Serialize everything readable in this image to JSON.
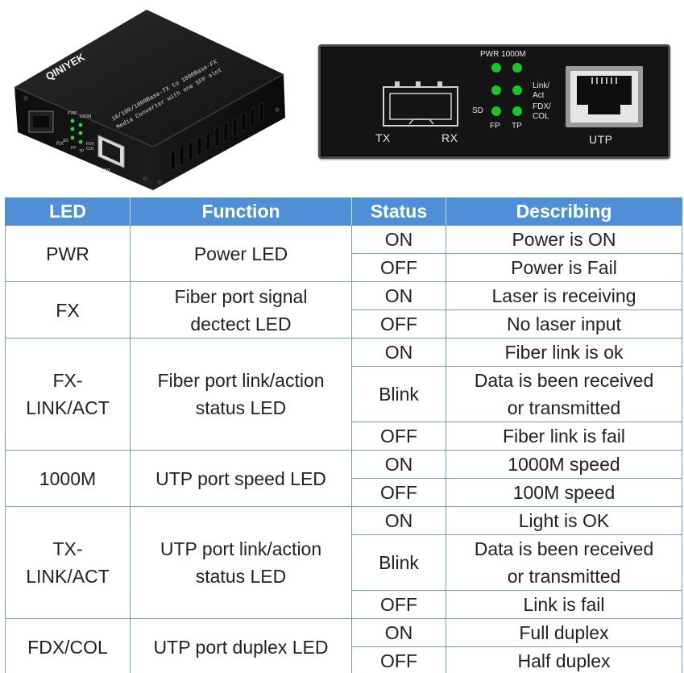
{
  "photo": {
    "brand": "QINIYEK",
    "model_line1": "10/100/1000Base-TX to 1000Base-FX",
    "model_line2": "Media Converter with one SFP slot",
    "led_pwr": "PWR",
    "led_1000m": "1000M",
    "led_fdx": "FDX",
    "led_col": "COL",
    "led_sd": "SD",
    "led_fp": "FP",
    "led_tp": "TP",
    "port_rx": "RX",
    "port_utp": "UTP"
  },
  "panel": {
    "pwr_1000m": "PWR 1000M",
    "link": "Link/",
    "act": "Act",
    "fdx": "FDX/",
    "col": "COL",
    "sd": "SD",
    "fp": "FP",
    "tp": "TP",
    "tx": "TX",
    "rx": "RX",
    "utp": "UTP",
    "led_color": "#19c62a"
  },
  "table": {
    "headers": [
      "LED",
      "Function",
      "Status",
      "Describing"
    ],
    "colors": {
      "header_bg": "#4f8fd6",
      "border": "#6f9fd8"
    },
    "rows": [
      {
        "led": "PWR",
        "function": "Power LED",
        "entries": [
          {
            "status": "ON",
            "describing": "Power is ON"
          },
          {
            "status": "OFF",
            "describing": "Power is Fail"
          }
        ]
      },
      {
        "led": "FX",
        "function": [
          "Fiber port signal",
          "dectect LED"
        ],
        "entries": [
          {
            "status": "ON",
            "describing": "Laser is receiving"
          },
          {
            "status": "OFF",
            "describing": "No laser input"
          }
        ]
      },
      {
        "led": [
          "FX-",
          "LINK/ACT"
        ],
        "function": [
          "Fiber port link/action",
          "status LED"
        ],
        "entries": [
          {
            "status": "ON",
            "describing": "Fiber link is ok"
          },
          {
            "status": "Blink",
            "describing": [
              "Data is been received",
              "or transmitted"
            ]
          },
          {
            "status": "OFF",
            "describing": "Fiber link is fail"
          }
        ]
      },
      {
        "led": "1000M",
        "function": "UTP port speed LED",
        "entries": [
          {
            "status": "ON",
            "describing": "1000M speed"
          },
          {
            "status": "OFF",
            "describing": "100M speed"
          }
        ]
      },
      {
        "led": [
          "TX-",
          "LINK/ACT"
        ],
        "function": [
          "UTP port link/action",
          "status LED"
        ],
        "entries": [
          {
            "status": "ON",
            "describing": "Light is OK"
          },
          {
            "status": "Blink",
            "describing": [
              "Data is been received",
              "or transmitted"
            ]
          },
          {
            "status": "OFF",
            "describing": "Link is fail"
          }
        ]
      },
      {
        "led": "FDX/COL",
        "function": "UTP port duplex LED",
        "entries": [
          {
            "status": "ON",
            "describing": "Full duplex"
          },
          {
            "status": "OFF",
            "describing": "Half duplex"
          }
        ]
      }
    ]
  }
}
